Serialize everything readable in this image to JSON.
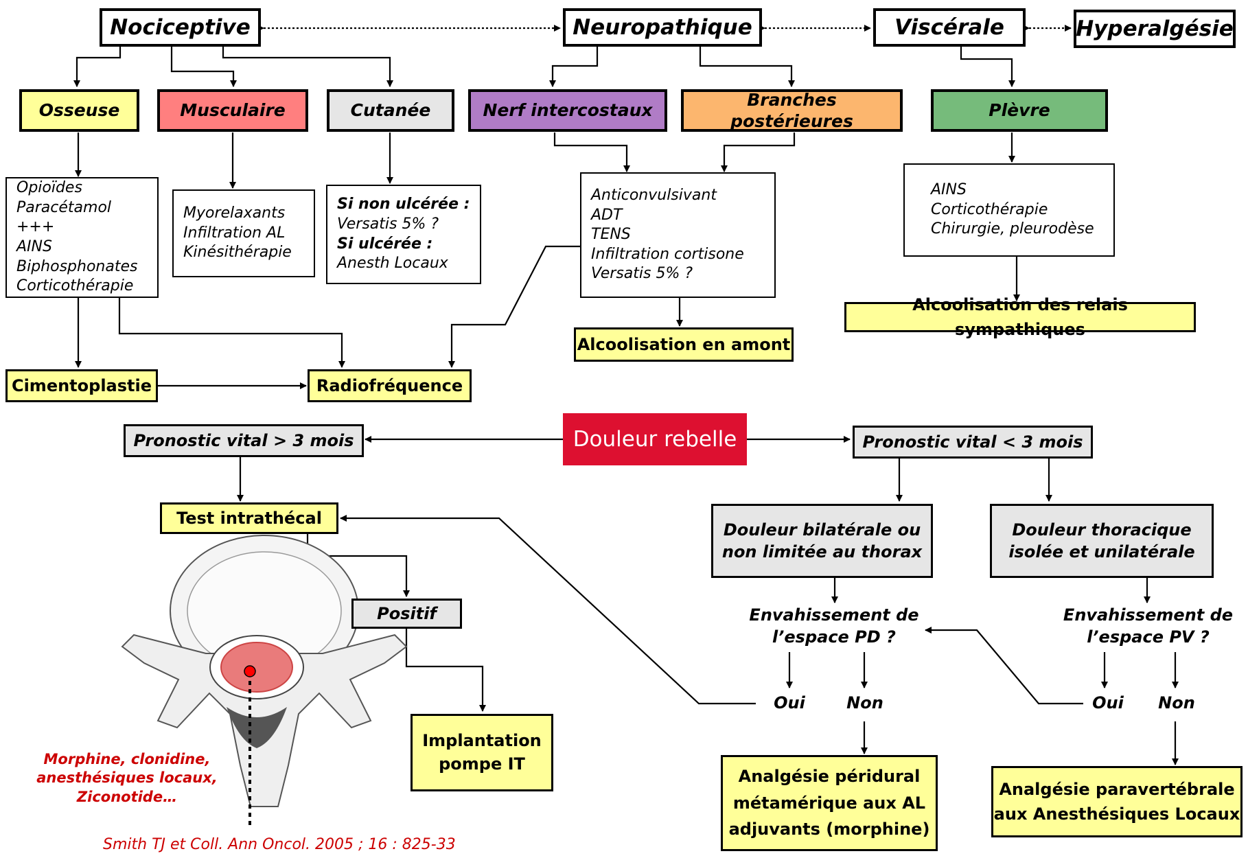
{
  "types": {
    "nociceptive": "Nociceptive",
    "neuropathique": "Neuropathique",
    "viscerale": "Viscérale",
    "hyperalgesie": "Hyperalgésie"
  },
  "categories": {
    "osseuse": "Osseuse",
    "musculaire": "Musculaire",
    "cutanee": "Cutanée",
    "nerf": "Nerf intercostaux",
    "branches": "Branches postérieures",
    "plevre": "Plèvre"
  },
  "colors": {
    "osseuse": "#ffff99",
    "musculaire": "#ff7f7f",
    "cutanee": "#e6e6e6",
    "nerf": "#b07cc6",
    "branches": "#fcb66e",
    "plevre": "#76bb7b",
    "yellow": "#ffff99",
    "grey": "#e6e6e6",
    "red": "#dd1030"
  },
  "treatments": {
    "osseuse": [
      "Opioïdes",
      "Paracétamol +++",
      "AINS",
      "Biphosphonates",
      "Corticothérapie"
    ],
    "musculaire": [
      "Myorelaxants",
      "Infiltration AL",
      "Kinésithérapie"
    ],
    "cutanee": {
      "non_ulc_label": "Si non ulcérée :",
      "non_ulc_value": "Versatis 5% ?",
      "ulc_label": "Si ulcérée :",
      "ulc_value": "Anesth Locaux"
    },
    "neuro": [
      "Anticonvulsivant",
      "ADT",
      "TENS",
      "Infiltration cortisone",
      "Versatis 5% ?"
    ],
    "visc": [
      "AINS",
      "Corticothérapie",
      "Chirurgie, pleurodèse"
    ]
  },
  "procedures": {
    "cimento": "Cimentoplastie",
    "radio": "Radiofréquence",
    "alcool_amont": "Alcoolisation en amont",
    "alcool_relais": "Alcoolisation des relais sympathiques"
  },
  "bottom": {
    "douleur_rebelle": "Douleur rebelle",
    "prono_sup": "Pronostic vital > 3 mois",
    "prono_inf": "Pronostic vital < 3 mois",
    "test_it": "Test intrathécal",
    "positif": "Positif",
    "implant_1": "Implantation",
    "implant_2": "pompe IT",
    "bilat_1": "Douleur bilatérale ou",
    "bilat_2": "non limitée au thorax",
    "thor_1": "Douleur thoracique",
    "thor_2": "isolée et unilatérale",
    "env_pd_1": "Envahissement de",
    "env_pd_2": "l’espace PD ?",
    "env_pv_1": "Envahissement de",
    "env_pv_2": "l’espace PV ?",
    "oui": "Oui",
    "non": "Non",
    "peri_1": "Analgésie péridural",
    "peri_2": "métamérique aux AL",
    "peri_3": "adjuvants (morphine)",
    "para_1": "Analgésie paravertébrale",
    "para_2": "aux Anesthésiques Locaux",
    "drugs_1": "Morphine, clonidine,",
    "drugs_2": "anesthésiques locaux,",
    "drugs_3": "Ziconotide…",
    "citation": "Smith TJ et Coll. Ann Oncol. 2005 ; 16 : 825-33"
  }
}
